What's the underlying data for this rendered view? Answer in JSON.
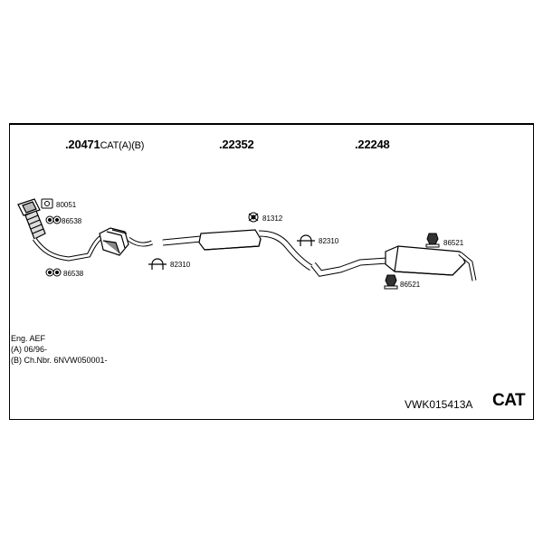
{
  "parts": {
    "cat_part": {
      "number": "20471",
      "suffix": "CAT(A)(B)"
    },
    "middle": {
      "number": "22352"
    },
    "rear": {
      "number": "22248"
    }
  },
  "accessories": {
    "a1": "80051",
    "a2": "86538",
    "a3": "86538",
    "a4": "82310",
    "a5": "81312",
    "a6": "82310",
    "a7": "86521",
    "a8": "86521"
  },
  "notes": [
    "Eng. AEF",
    "(A) 06/96-",
    "(B) Ch.Nbr. 6NVW050001-"
  ],
  "footer": {
    "code": "VWK015413A",
    "cat": "CAT"
  }
}
